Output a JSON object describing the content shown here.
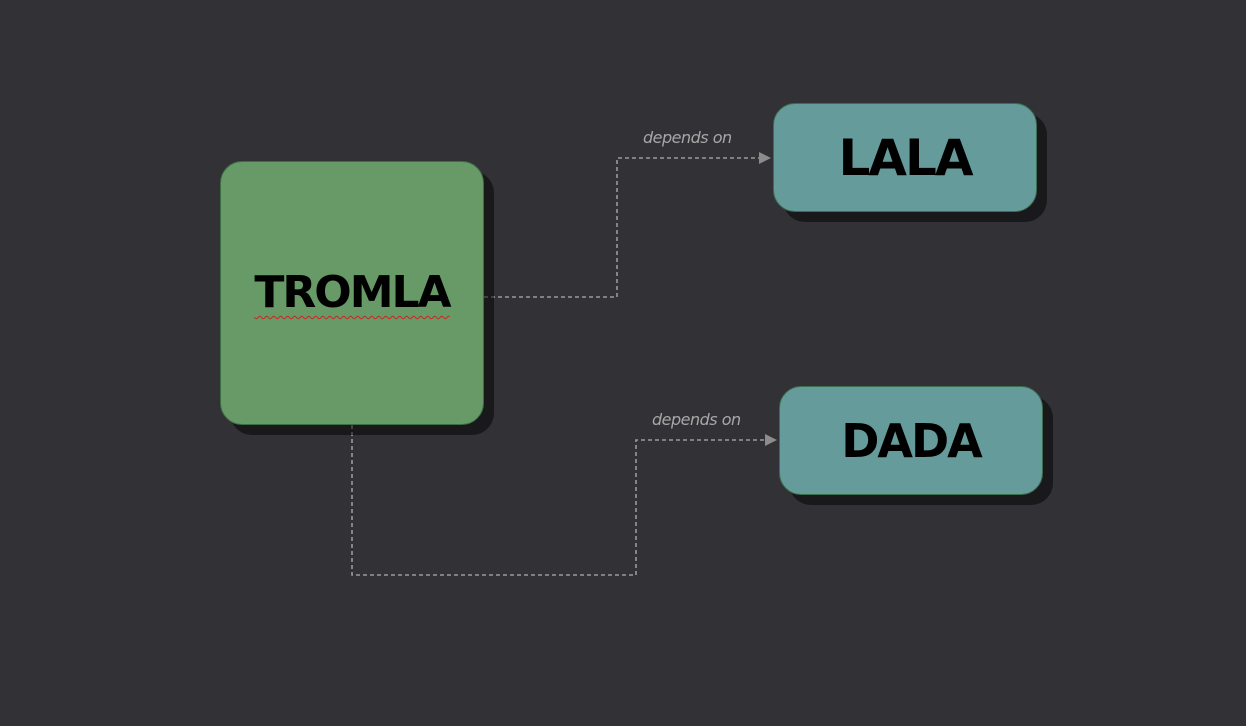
{
  "diagram": {
    "type": "dependency-graph",
    "background_color": "#323236",
    "nodes": [
      {
        "id": "tromla",
        "label": "TROMLA",
        "color": "#679a67",
        "spellcheck_underline": true
      },
      {
        "id": "lala",
        "label": "LALA",
        "color": "#669b9b"
      },
      {
        "id": "dada",
        "label": "DADA",
        "color": "#669b9b"
      }
    ],
    "edges": [
      {
        "from": "tromla",
        "to": "lala",
        "label": "depends on",
        "style": "dashed",
        "arrow": "end",
        "color": "#9a9a9a"
      },
      {
        "from": "tromla",
        "to": "dada",
        "label": "depends on",
        "style": "dashed",
        "arrow": "end",
        "color": "#9a9a9a"
      }
    ]
  }
}
